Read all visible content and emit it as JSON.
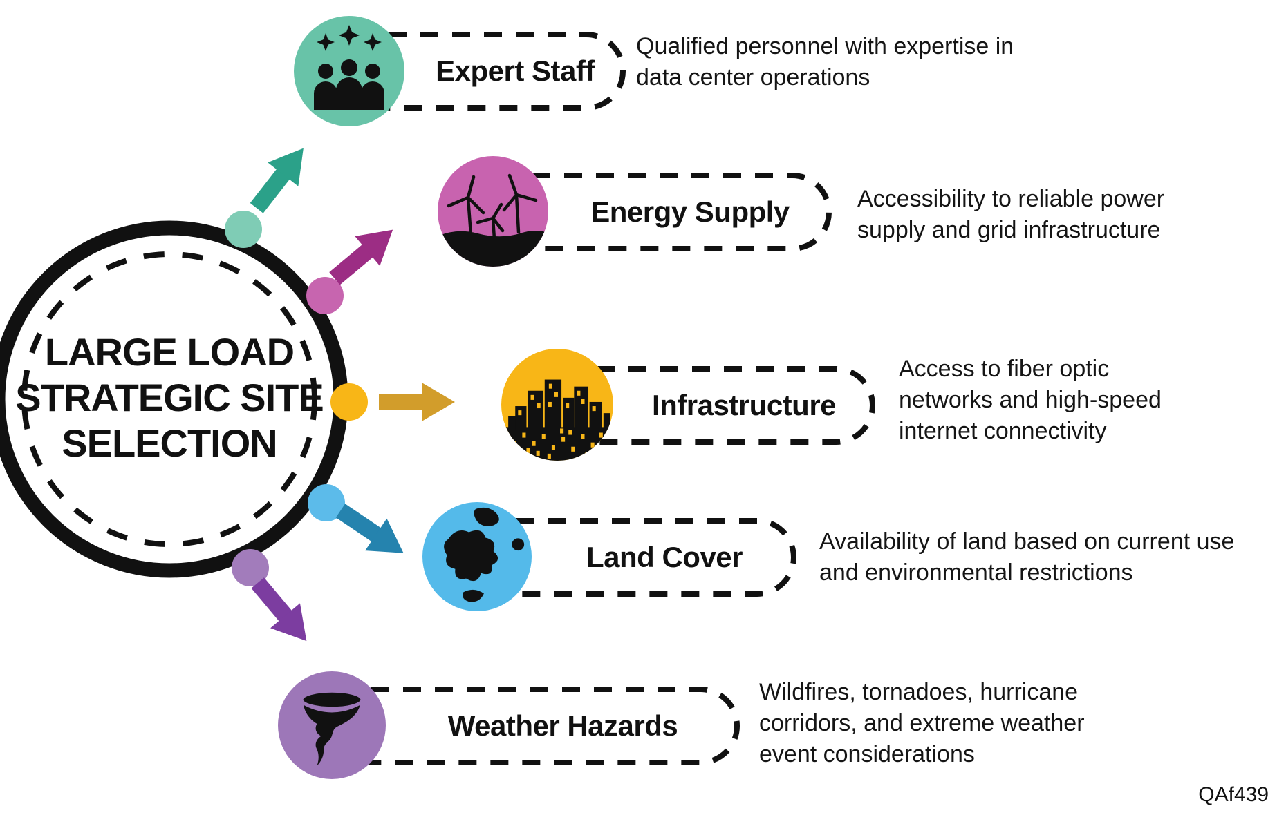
{
  "diagram": {
    "title_lines": [
      "LARGE LOAD",
      "STRATEGIC SITE",
      "SELECTION"
    ],
    "watermark": "QAf439"
  },
  "nodes": [
    {
      "id": "expert-staff",
      "label": "Expert Staff",
      "description": "Qualified personnel with expertise in data center operations",
      "icon": "people-sparkles-icon",
      "colors": {
        "circle": "#68c3a8",
        "dot": "#7fccb5",
        "arrow": "#2ba189"
      }
    },
    {
      "id": "energy-supply",
      "label": "Energy Supply",
      "description": "Accessibility to reliable power supply and grid infrastructure",
      "icon": "wind-turbines-icon",
      "colors": {
        "circle": "#c863af",
        "dot": "#c765af",
        "arrow": "#9c2d84"
      }
    },
    {
      "id": "infrastructure",
      "label": "Infrastructure",
      "description": "Access to fiber optic networks and high-speed internet connectivity",
      "icon": "city-skyline-icon",
      "colors": {
        "circle": "#f8b617",
        "dot": "#f8b617",
        "arrow": "#d29d2b"
      }
    },
    {
      "id": "land-cover",
      "label": "Land Cover",
      "description": "Availability of land based on current use and environmental restrictions",
      "icon": "globe-icon",
      "colors": {
        "circle": "#54baea",
        "dot": "#5cbbea",
        "arrow": "#2583ae"
      }
    },
    {
      "id": "weather-hazards",
      "label": "Weather Hazards",
      "description": "Wildfires, tornadoes, hurricane corridors, and extreme weather event considerations",
      "icon": "tornado-icon",
      "colors": {
        "circle": "#9d77b8",
        "dot": "#a27cbb",
        "arrow": "#7c3da0"
      }
    }
  ],
  "colors": {
    "outline": "#111111",
    "background": "#ffffff"
  }
}
